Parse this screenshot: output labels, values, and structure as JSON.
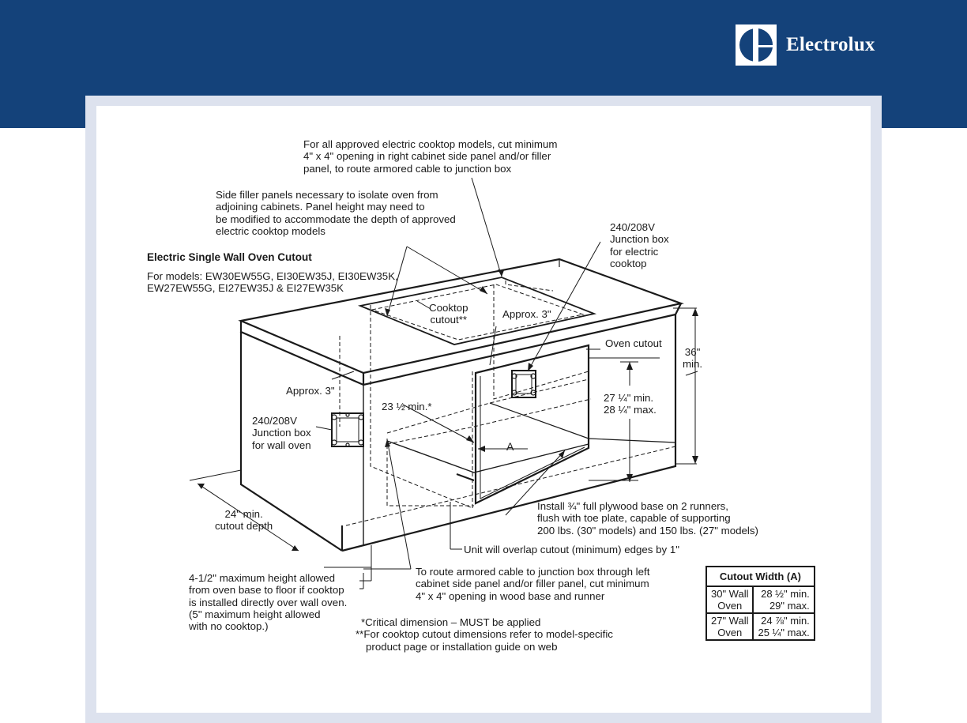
{
  "brand": {
    "name": "Electrolux",
    "color": "#14427a"
  },
  "diagram": {
    "title": "Electric Single Wall Oven Cutout",
    "models_lines": [
      "For models: EW30EW55G, EI30EW35J, EI30EW35K,",
      "EW27EW55G, EI27EW35J & EI27EW35K"
    ],
    "top_note_lines": [
      "For all approved electric cooktop models, cut minimum",
      "4\" x 4\" opening in right cabinet side panel and/or filler",
      "panel, to route armored cable to junction box"
    ],
    "filler_note_lines": [
      "Side filler panels necessary to isolate oven from",
      "adjoining cabinets. Panel height may need to",
      "be modified to accommodate the depth of approved",
      "electric cooktop models"
    ],
    "junction_cooktop_lines": [
      "240/208V",
      "Junction box",
      "for electric",
      "cooktop"
    ],
    "cooktop_cutout_lines": [
      "Cooktop",
      "cutout**"
    ],
    "approx_top": "Approx. 3\"",
    "oven_cutout": "Oven cutout",
    "height_36_lines": [
      "36\"",
      "min."
    ],
    "approx_left": "Approx. 3\"",
    "depth_23": "23 ½ min.*",
    "junction_oven_lines": [
      "240/208V",
      "Junction box",
      "for wall oven"
    ],
    "height_27_lines": [
      "27 ¼\" min.",
      "28 ¼\" max."
    ],
    "width_a": "A",
    "depth_24_lines": [
      "24\" min.",
      "cutout depth"
    ],
    "plywood_lines": [
      "Install ¾\" full plywood base on 2 runners,",
      "flush with toe plate, capable of supporting",
      "200 lbs. (30\" models) and 150 lbs. (27\" models)"
    ],
    "overlap_note": "Unit will overlap cutout (minimum) edges by 1\"",
    "max_height_lines": [
      "4-1/2\" maximum height allowed",
      "from oven base to floor if cooktop",
      "is installed directly over wall oven.",
      "(5\" maximum height allowed",
      "with no cooktop.)"
    ],
    "left_cable_lines": [
      "To route armored cable to junction box through left",
      "cabinet side panel and/or filler panel, cut minimum",
      "4\" x 4\" opening in wood base and runner"
    ],
    "footnote_lines": [
      "*Critical dimension – MUST be applied",
      "**For cooktop cutout dimensions refer to model-specific",
      "product page or installation guide on web"
    ]
  },
  "cutout_table": {
    "header": "Cutout Width (A)",
    "rows": [
      {
        "label_lines": [
          "30\" Wall",
          "Oven"
        ],
        "value_lines": [
          "28 ½\" min.",
          "29\" max."
        ]
      },
      {
        "label_lines": [
          "27\" Wall",
          "Oven"
        ],
        "value_lines": [
          "24 ⅞\" min.",
          "25 ¼\" max."
        ]
      }
    ]
  }
}
